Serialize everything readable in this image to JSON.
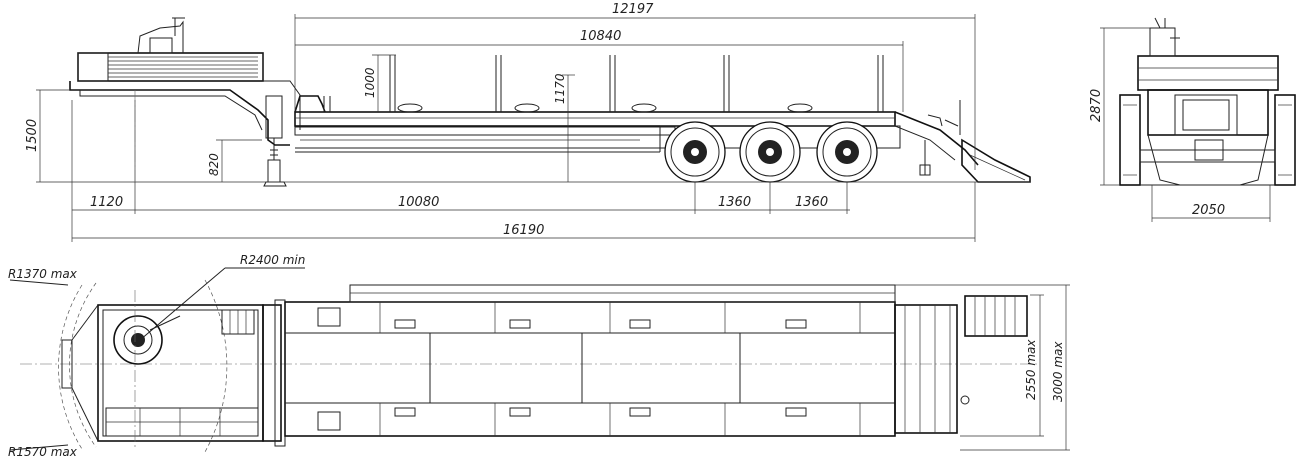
{
  "drawing": {
    "side_view": {
      "dimensions": {
        "overall_top": "12197",
        "platform_length": "10840",
        "stake_height": "1000",
        "platform_height": "1170",
        "coupling_height": "1500",
        "deck_height": "820",
        "front_overhang": "1120",
        "kingpin_to_axle": "10080",
        "axle_spacing_1": "1360",
        "axle_spacing_2": "1360",
        "overall_length": "16190"
      }
    },
    "rear_view": {
      "dimensions": {
        "overall_height": "2870",
        "track_width": "2050"
      }
    },
    "top_view": {
      "dimensions": {
        "front_radius": "R1370 max",
        "turning_radius": "R2400 min",
        "swing_radius": "R1570 max",
        "width": "2550 max",
        "width_with_extensions": "3000 max"
      }
    }
  }
}
